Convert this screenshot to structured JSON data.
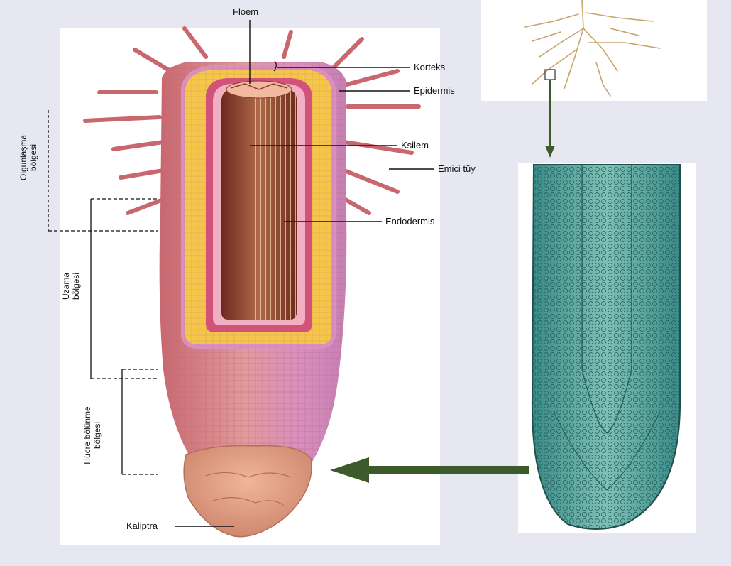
{
  "labels": {
    "floem": "Floem",
    "korteks": "Korteks",
    "epidermis": "Epidermis",
    "ksilem": "Ksilem",
    "emici_tuy": "Emici tüy",
    "endodermis": "Endodermis",
    "kaliptra": "Kaliptra"
  },
  "zones": {
    "olgunlasma_1": "Olgunlaşma",
    "olgunlasma_2": "bölgesi",
    "uzama_1": "Uzama",
    "uzama_2": "bölgesi",
    "hucre_1": "Hücre bölünme",
    "hucre_2": "bölgesi"
  },
  "colors": {
    "background": "#e7e7f1",
    "panel": "#ffffff",
    "root_surface": "#d98a8e",
    "root_pink": "#d98fbf",
    "cortex_yellow": "#f6c64a",
    "xylem_brown": "#8a3b2b",
    "micro_teal": "#4a9e98",
    "arrow_green": "#3d5a2a"
  }
}
